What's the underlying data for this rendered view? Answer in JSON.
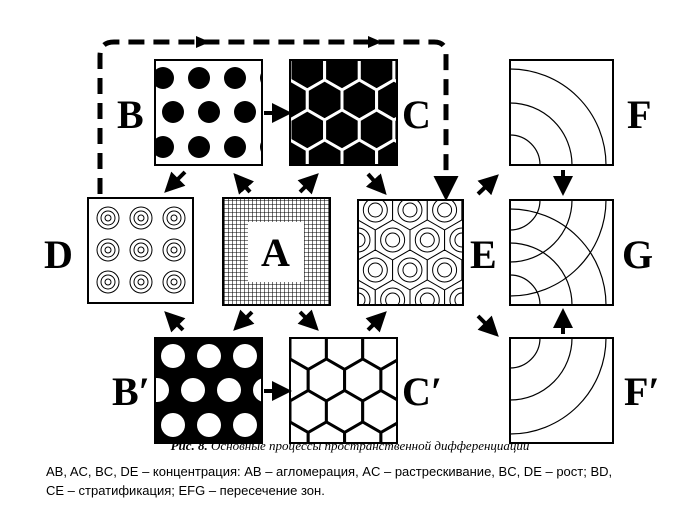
{
  "labels": {
    "A": "A",
    "B": "B",
    "C": "C",
    "D": "D",
    "E": "E",
    "F": "F",
    "G": "G",
    "B2": "B′",
    "C2": "C′",
    "F2": "F′"
  },
  "caption": {
    "fig": "Рис. 8.",
    "title": "Основные процессы пространственной дифференциации"
  },
  "legend": {
    "line1": "AB, AC, BC, DE – концентрация: AB – агломерация, AC – растрескивание, BC, DE – рост; BD,",
    "line2": "CE – стратификация; EFG – пересечение зон."
  }
}
